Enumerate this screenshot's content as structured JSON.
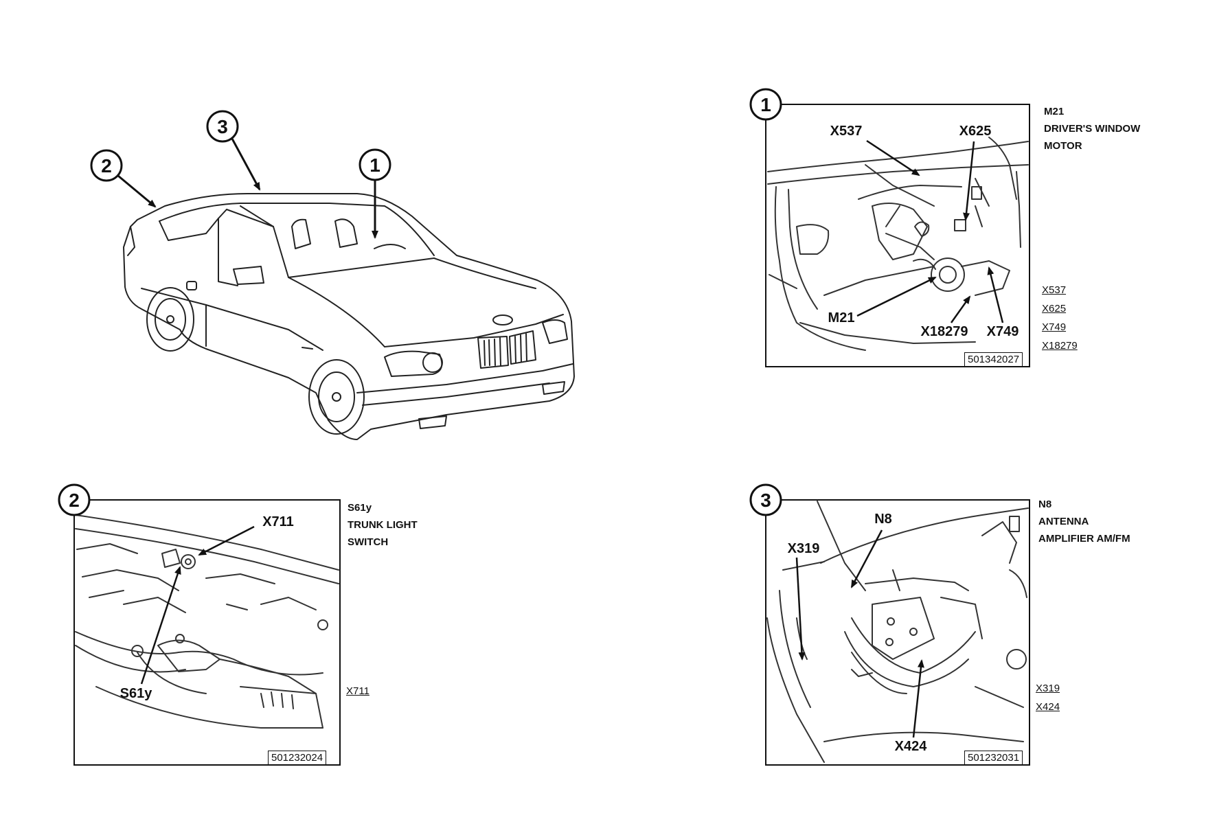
{
  "overview": {
    "markers": [
      "1",
      "2",
      "3"
    ]
  },
  "panels": [
    {
      "number": "1",
      "callouts": [
        "X537",
        "X625",
        "M21",
        "X18279",
        "X749"
      ],
      "side_label": [
        "M21",
        "DRIVER'S WINDOW",
        "MOTOR"
      ],
      "connectors": [
        "X537",
        "X625",
        "X749",
        "X18279"
      ],
      "code": "501342027"
    },
    {
      "number": "2",
      "callouts": [
        "X711",
        "S61y"
      ],
      "side_label": [
        "S61y",
        "TRUNK LIGHT",
        "SWITCH"
      ],
      "connectors": [
        "X711"
      ],
      "code": "501232024"
    },
    {
      "number": "3",
      "callouts": [
        "X319",
        "N8",
        "X424"
      ],
      "side_label": [
        "N8",
        "ANTENNA",
        "AMPLIFIER AM/FM"
      ],
      "connectors": [
        "X319",
        "X424"
      ],
      "code": "501232031"
    }
  ]
}
